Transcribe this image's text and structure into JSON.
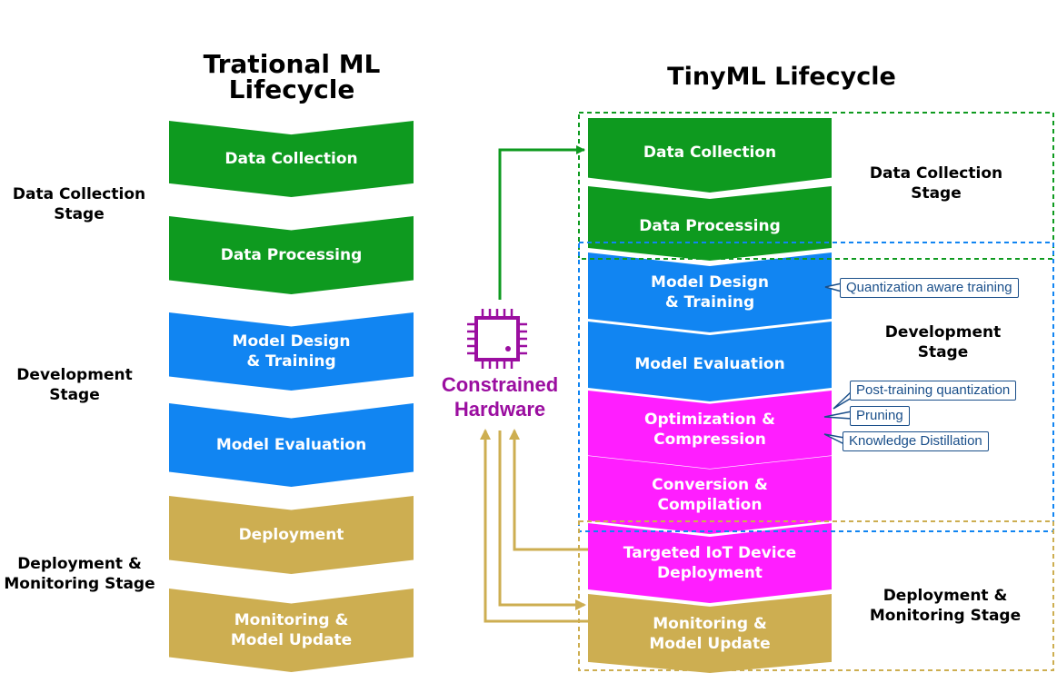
{
  "left": {
    "title": "Trational ML\nLifecycle",
    "stages": [
      "Data Collection\nStage",
      "Development\nStage",
      "Deployment &\nMonitoring Stage"
    ],
    "steps": [
      "Data Collection",
      "Data Processing",
      "Model Design\n& Training",
      "Model Evaluation",
      "Deployment",
      "Monitoring &\nModel Update"
    ]
  },
  "right": {
    "title": "TinyML Lifecycle",
    "stages": [
      "Data Collection\nStage",
      "Development\nStage",
      "Deployment &\nMonitoring Stage"
    ],
    "steps": [
      "Data Collection",
      "Data Processing",
      "Model Design\n& Training",
      "Model Evaluation",
      "Optimization &\nCompression",
      "Conversion &\nCompilation",
      "Targeted IoT Device\nDeployment",
      "Monitoring &\nModel Update"
    ],
    "callouts": [
      "Quantization aware training",
      "Post-training quantization",
      "Pruning",
      "Knowledge Distillation"
    ]
  },
  "hardware": {
    "label": "Constrained\nHardware",
    "icon": "chip-icon"
  },
  "colors": {
    "green": "#0e9a1f",
    "blue": "#1185f2",
    "magenta": "#ff1eff",
    "gold": "#cdae51",
    "purple": "#9b0ea0",
    "callout": "#1a4f8a"
  }
}
